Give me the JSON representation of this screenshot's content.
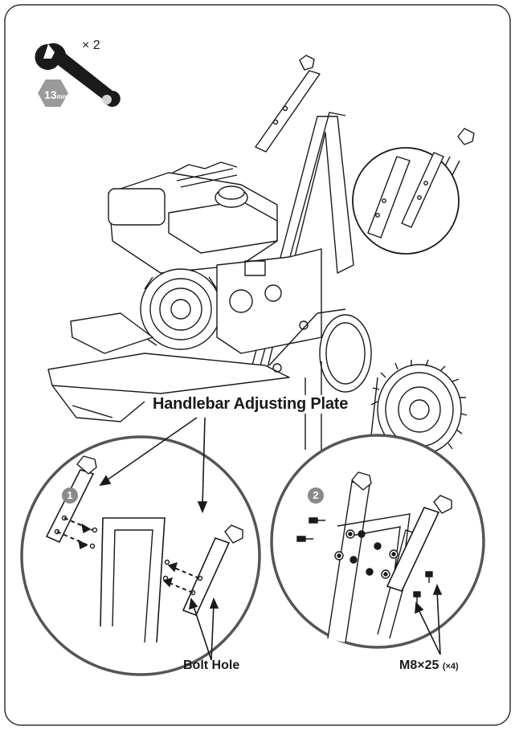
{
  "tool": {
    "icon": "wrench-icon",
    "count": "× 2",
    "size": "13",
    "size_unit": "mm"
  },
  "callouts": {
    "main_label": "Handlebar Adjusting Plate",
    "bolt_hole_label": "Bolt Hole",
    "bolt_spec": "M8×25",
    "bolt_qty": "(×4)"
  },
  "steps": [
    {
      "number": "1"
    },
    {
      "number": "2"
    }
  ],
  "colors": {
    "line": "#1a1a1a",
    "panel": "#d2d2d2",
    "hex": "#9a9a9a",
    "step_badge": "#8a8a8a",
    "page_border": "#333333"
  }
}
